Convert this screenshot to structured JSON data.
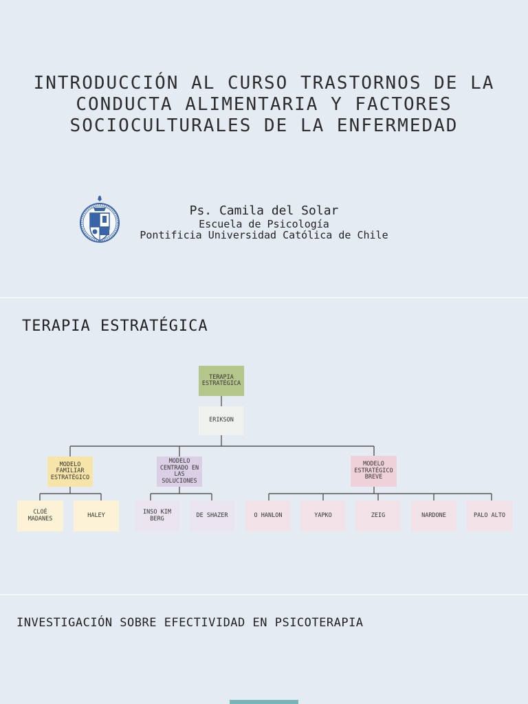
{
  "slide1": {
    "title": "INTRODUCCIÓN AL CURSO TRASTORNOS DE LA CONDUCTA ALIMENTARIA Y FACTORES SOCIOCULTURALES DE LA ENFERMEDAD",
    "author": "Ps. Camila del Solar",
    "school": "Escuela de Psicología",
    "university": "Pontificia Universidad Católica de Chile",
    "logo": "pontificia-universidad-catolica-seal"
  },
  "slide2": {
    "title": "TERAPIA ESTRATÉGICA",
    "org": {
      "root": "TERAPIA ESTRATÉGICA",
      "level1": "ERIKSON",
      "models": [
        {
          "label": "MODELO FAMILIAR ESTRATÉGICO",
          "children": [
            "CLOÉ MADANES",
            "HALEY"
          ]
        },
        {
          "label": "MODELO CENTRADO EN LAS SOLUCIONES",
          "children": [
            "INSO KIM BERG",
            "DE SHAZER"
          ]
        },
        {
          "label": "MODELO ESTRATÉGICO BREVE",
          "children": [
            "O HANLON",
            "YAPKO",
            "ZEIG",
            "NARDONE",
            "PALO ALTO"
          ]
        }
      ]
    },
    "colors": {
      "root": "#b5c68b",
      "model1": "#f7e4a8",
      "model2": "#dbcfe6",
      "model3": "#efd2d9",
      "connector": "#555555"
    }
  },
  "slide3": {
    "title": "INVESTIGACIÓN SOBRE EFECTIVIDAD EN PSICOTERAPIA",
    "accent_color": "#7bb4b8"
  }
}
